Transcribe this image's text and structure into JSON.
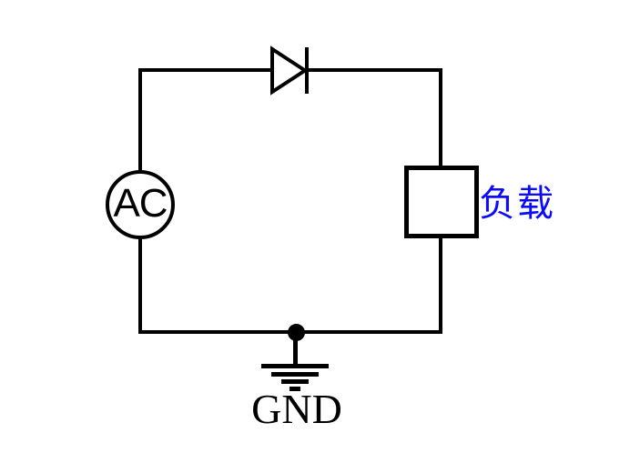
{
  "schematic": {
    "background_color": "#ffffff",
    "wire_color": "#000000",
    "ac_source": {
      "label": "AC",
      "text_color": "#000000",
      "symbol": "circle-source"
    },
    "diode": {
      "symbol": "diode-triangle-with-cathode-bar",
      "orientation": "pointing-right"
    },
    "load": {
      "label": "负载",
      "label_color": "#0a0aff",
      "symbol": "rectangle"
    },
    "ground": {
      "label": "GND",
      "text_color": "#000000",
      "symbol": "ground-four-bars-with-junction-dot"
    }
  }
}
